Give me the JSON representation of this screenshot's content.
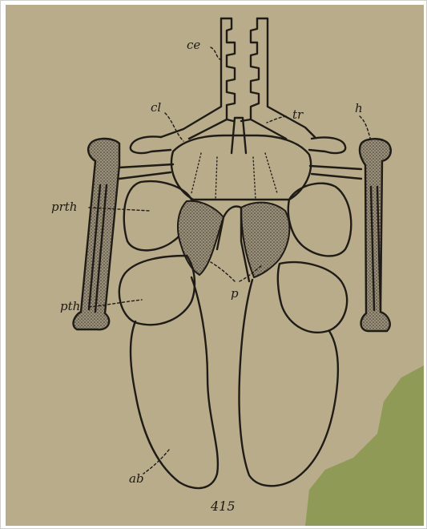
{
  "figure": {
    "number": "415",
    "colors": {
      "paper": "#b9ac8b",
      "ink": "#1f1b16",
      "stipple": "#7e7564",
      "corner": "#8e9a55"
    },
    "labels": [
      {
        "key": "ce",
        "text": "ce"
      },
      {
        "key": "cl",
        "text": "cl"
      },
      {
        "key": "tr",
        "text": "tr"
      },
      {
        "key": "h",
        "text": "h"
      },
      {
        "key": "prth",
        "text": "prth"
      },
      {
        "key": "pth",
        "text": "pth"
      },
      {
        "key": "p",
        "text": "p"
      },
      {
        "key": "ab",
        "text": "ab"
      }
    ]
  }
}
